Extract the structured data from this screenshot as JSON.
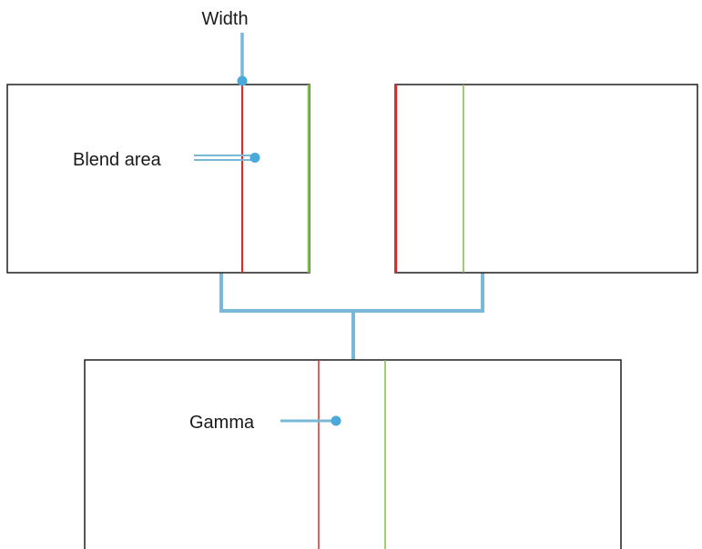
{
  "labels": {
    "width": "Width",
    "blend_area": "Blend area",
    "gamma": "Gamma"
  },
  "colors": {
    "frame": "#1e1e1e",
    "blend_start_line": "#e02828",
    "blend_end_line": "#7ac143",
    "connector": "#7ab8d8",
    "callout_dot": "#4aa9d8",
    "label_text": "#1a1a1a"
  }
}
